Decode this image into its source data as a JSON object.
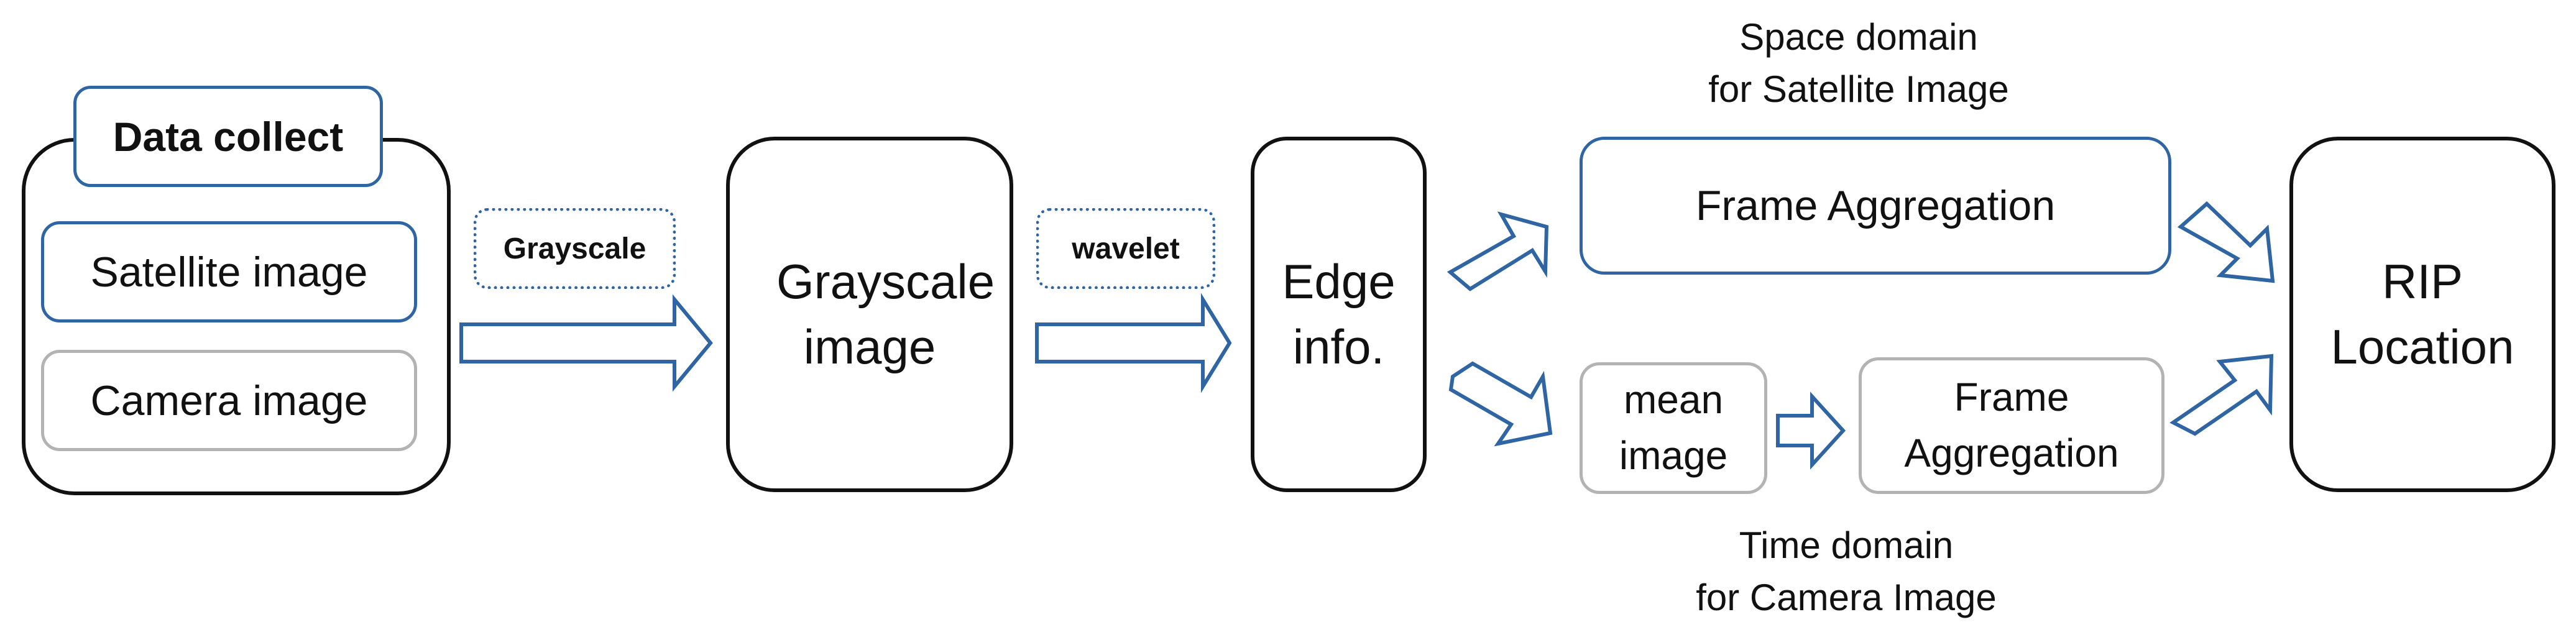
{
  "colors": {
    "accent": "#2f65a3",
    "border": "#111111",
    "muted": "#b3b3b3"
  },
  "data_collect": {
    "title": "Data collect",
    "satellite": "Satellite image",
    "camera": "Camera image"
  },
  "step_grayscale": {
    "label": "Grayscale",
    "output": "Grayscale image"
  },
  "step_wavelet": {
    "label": "wavelet",
    "output": "Edge info."
  },
  "space_domain": {
    "caption_line1": "Space domain",
    "caption_line2": "for Satellite Image",
    "box": "Frame Aggregation"
  },
  "time_domain": {
    "mean_box": "mean image",
    "agg_box": "Frame Aggregation",
    "caption_line1": "Time domain",
    "caption_line2": "for Camera Image"
  },
  "result": {
    "label": "RIP Location"
  }
}
